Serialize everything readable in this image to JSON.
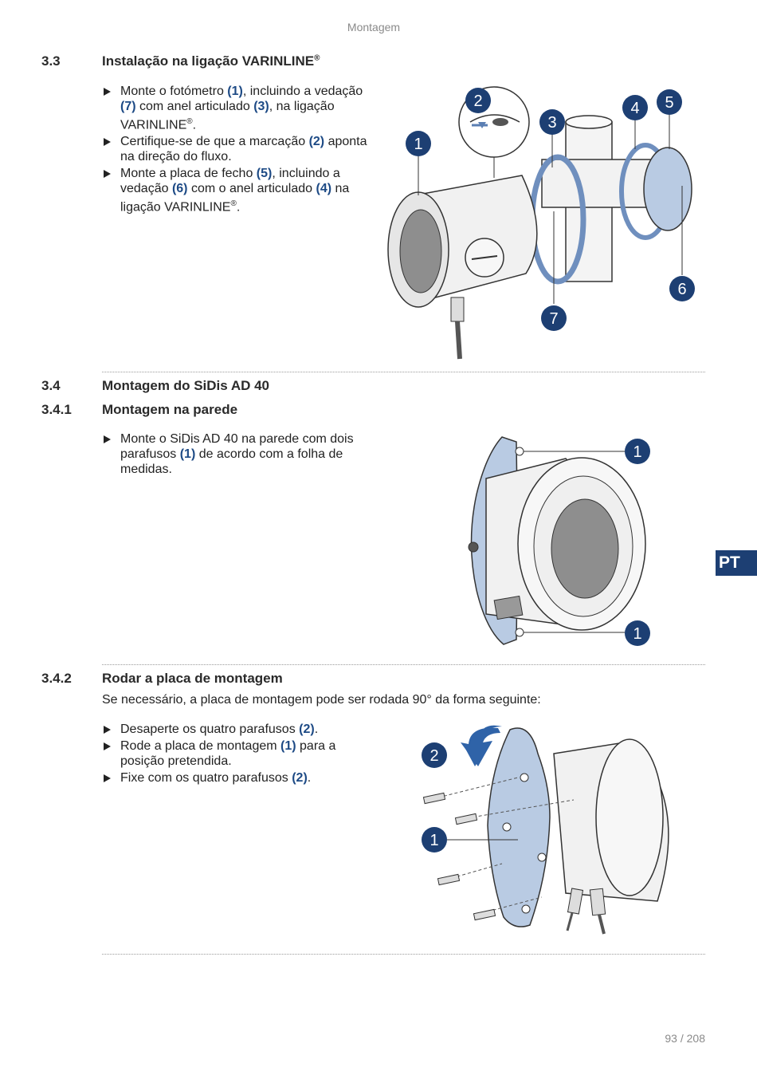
{
  "header": {
    "title": "Montagem"
  },
  "sections": {
    "s33": {
      "number": "3.3",
      "title": "Instalação na ligação VARINLINE",
      "title_mark": "®",
      "items": [
        {
          "a": "Monte o fotómetro ",
          "r1": "(1)",
          "b": ", incluindo a vedação ",
          "r2": "(7)",
          "c": " com anel articulado ",
          "r3": "(3)",
          "d": ", na ligação VARINLINE",
          "mark": "®",
          "e": "."
        },
        {
          "a": "Certifique-se de que a marcação ",
          "r1": "(2)",
          "b": " aponta na direção do fluxo."
        },
        {
          "a": "Monte a placa de fecho ",
          "r1": "(5)",
          "b": ", incluindo a vedação ",
          "r2": "(6)",
          "c": " com o anel articulado ",
          "r3": "(4)",
          "d": " na ligação VARINLINE",
          "mark": "®",
          "e": "."
        }
      ]
    },
    "s34": {
      "number": "3.4",
      "title": "Montagem do SiDis AD 40"
    },
    "s341": {
      "number": "3.4.1",
      "title": "Montagem na parede",
      "items": [
        {
          "a": "Monte o SiDis AD 40 na parede com dois parafusos ",
          "r1": "(1)",
          "b": " de acordo com a folha de medidas."
        }
      ]
    },
    "s342": {
      "number": "3.4.2",
      "title": "Rodar a placa de montagem",
      "intro": "Se necessário, a placa de montagem pode ser rodada 90° da forma seguinte:",
      "items": [
        {
          "a": "Desaperte os quatro parafusos ",
          "r1": "(2)",
          "b": "."
        },
        {
          "a": "Rode a placa de montagem ",
          "r1": "(1)",
          "b": " para a posição pretendida."
        },
        {
          "a": "Fixe com os quatro parafusos ",
          "r1": "(2)",
          "b": "."
        }
      ]
    }
  },
  "figures": {
    "fig1_callouts": [
      "1",
      "2",
      "3",
      "4",
      "5",
      "6",
      "7"
    ],
    "fig2_callouts": [
      "1",
      "1"
    ],
    "fig3_callouts": [
      "2",
      "1"
    ]
  },
  "side_tab": "PT",
  "page_number": "93 / 208",
  "colors": {
    "accent": "#1d4a85",
    "callout": "#1d3f73",
    "tab": "#1d3f73",
    "part_fill": "#b9cbe3"
  }
}
